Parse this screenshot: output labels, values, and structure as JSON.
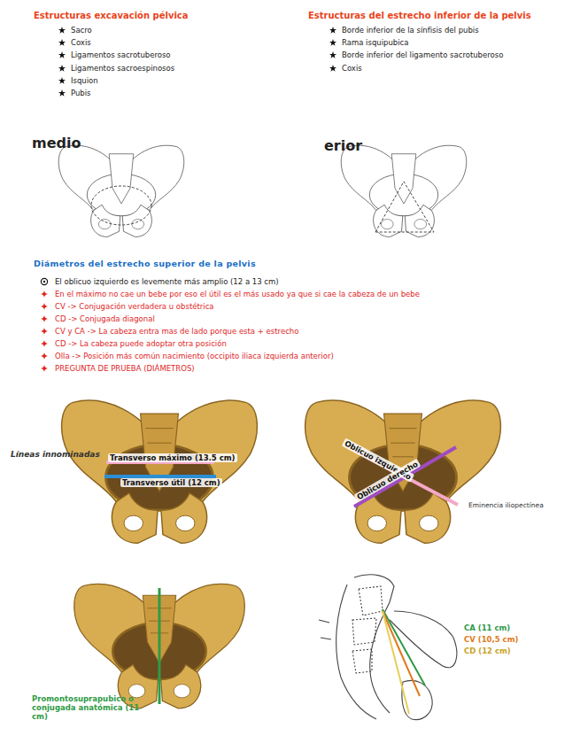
{
  "diagram": {
    "labels": [
      "Estructuras excavación pélvica",
      "Sacro",
      "Coxis",
      "Ligamentos sacrotuberoso",
      "Ligamentos sacroespinosos",
      "Isquion",
      "Pubis",
      "medio",
      "Estructuras del estrecho inferior de la pelvis",
      "Borde inferior de la sínfisis del pubis",
      "Rama isquipubica",
      "Borde inferior del ligamento sacrotuberoso",
      "Coxis",
      "erior",
      "Diámetros del estrecho superior de la pelvis",
      "El oblicuo izquierdo es levemente más amplio (12 a 13 cm)",
      "En el máximo no cae un bebe por eso el útil es el más usado ya que si cae la cabeza de un bebe",
      "CV -> Conjugación verdadera u obstétrica",
      "CD -> Conjugada diagonal",
      "CV y CA -> La cabeza entra mas de lado porque esta + estrecho",
      "CD -> La cabeza puede adoptar otra posición",
      "Olla -> Posición más común nacimiento (occipito iliaca izquierda anterior)",
      "PREGUNTA DE PRUEBA (DIÁMETROS)",
      "Líneas innominadas",
      "Transverso máximo (13.5 cm)",
      "Transverso útil (12 cm)",
      "Oblicuo izquierdo",
      "Oblicuo derecho",
      "Eminencia iliopectínea",
      "Promontosuprapubico o conjugada anatómica (11 cm)",
      "CA (11 cm)",
      "CV (10,5 cm)",
      "CD (12 cm)"
    ]
  }
}
